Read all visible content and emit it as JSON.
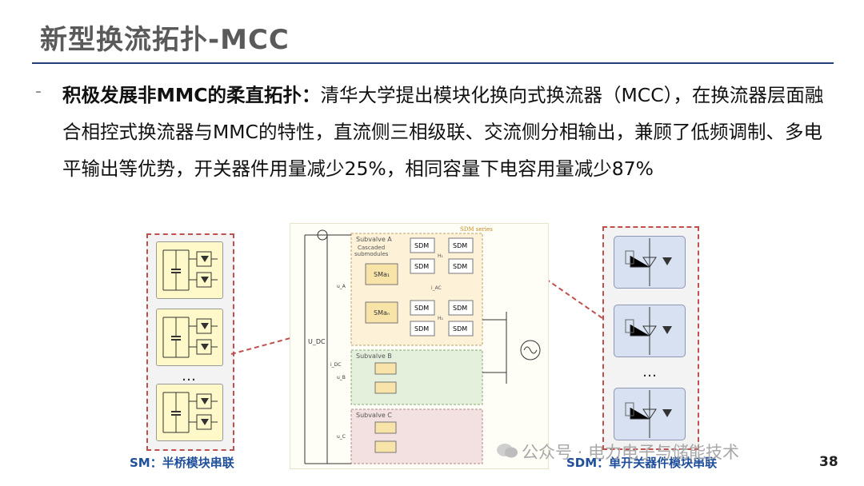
{
  "slide": {
    "title": "新型换流拓扑-MCC",
    "bullet_marker": "-",
    "bullet_head": "积极发展非MMC的柔直拓扑：",
    "bullet_body": "清华大学提出模块化换向式换流器（MCC），在换流器层面融合相控式换流器与MMC的特性，直流侧三相级联、交流侧分相输出，兼顾了低频调制、多电平输出等优势，开关器件用量减少25%，相同容量下电容用量减少87%",
    "page_number": "38"
  },
  "figure": {
    "sm_caption": "SM：半桥模块串联",
    "sdm_caption": "SDM：单开关器件模块串联",
    "sm_dots": "…",
    "sdm_dots": "…",
    "circuit_labels": {
      "sdm_series": "SDM series",
      "subvalve_a": "Subvalve A",
      "subvalve_b": "Subvalve B",
      "subvalve_c": "Subvalve C",
      "cascaded": "Cascaded",
      "submodules": "submodules",
      "sm_a1": "SMa₁",
      "sm_an": "SMaₙ",
      "sdm": "SDM",
      "udc": "U_DC",
      "idc": "i_DC",
      "iac": "i_AC",
      "h1": "H₁",
      "h2": "H₂",
      "ua": "u_A",
      "ub": "u_B",
      "uc": "u_C"
    }
  },
  "watermark": {
    "text": "公众号 · 电力电子与储能技术"
  },
  "colors": {
    "title": "#5a5a5a",
    "rule": "#243f7a",
    "caption": "#1f4e9a",
    "dashed_border": "#c0504d",
    "sm_fill": "#fff8c8",
    "sdm_fill": "#d7e1f1"
  }
}
